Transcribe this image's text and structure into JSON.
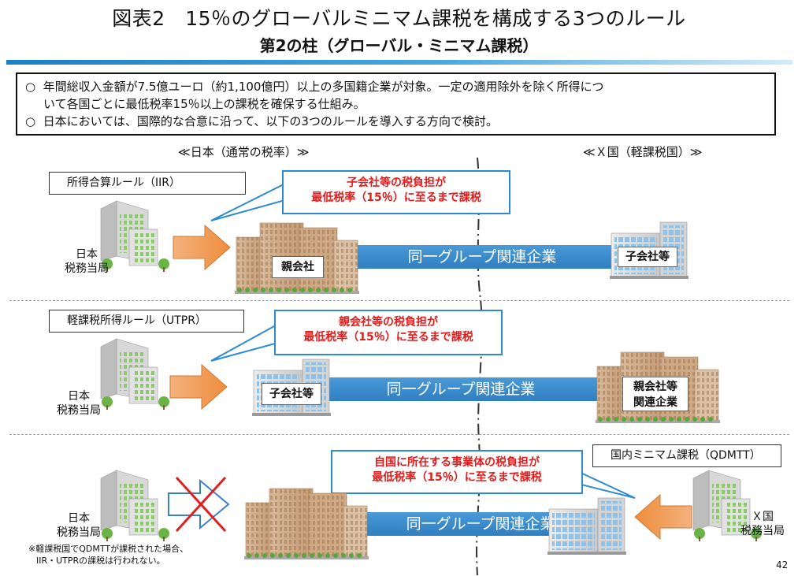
{
  "header": {
    "title": "図表2　15％のグローバルミニマム課税を構成する3つのルール",
    "subtitle": "第2の柱（グローバル・ミニマム課税）"
  },
  "summary": {
    "bullet": "○",
    "line1": "年間総収入金額が7.5億ユーロ（約1,100億円）以上の多国籍企業が対象。一定の適用除外を除く所得につ",
    "line1_cont": "いて各国ごとに最低税率15％以上の課税を確保する仕組み。",
    "line2": "日本においては、国際的な合意に沿って、以下の3つのルールを導入する方向で検討。"
  },
  "regions": {
    "japan": "≪日本（通常の税率）≫",
    "x_country": "≪Ｘ国（軽課税国）≫"
  },
  "rules": [
    {
      "name": "所得合算ルール（IIR）",
      "callout_line1": "子会社等の税負担が",
      "callout_line2": "最低税率（15％）に至るまで課税",
      "authority_line1": "日本",
      "authority_line2": "税務当局",
      "left_entity": "親会社",
      "band": "同一グループ関連企業",
      "right_entity": "子会社等"
    },
    {
      "name": "軽課税所得ルール（UTPR）",
      "callout_line1": "親会社等の税負担が",
      "callout_line2": "最低税率（15％）に至るまで課税",
      "authority_line1": "日本",
      "authority_line2": "税務当局",
      "left_entity": "子会社等",
      "band": "同一グループ関連企業",
      "right_entity_line1": "親会社等",
      "right_entity_line2": "関連企業"
    },
    {
      "name": "国内ミニマム課税（QDMTT）",
      "callout_line1": "自国に所在する事業体の税負担が",
      "callout_line2": "最低税率（15％）に至るまで課税",
      "authority_line1": "日本",
      "authority_line2": "税務当局",
      "x_authority_line1": "Ｘ国",
      "x_authority_line2": "税務当局",
      "band": "同一グループ関連企業",
      "note_line1": "※軽課税国でQDMTTが課税された場合、",
      "note_line2": "IIR・UTPRの課税は行われない。"
    }
  ],
  "page_number": "42",
  "colors": {
    "band_blue": "#3a8bcc",
    "callout_red": "#e31b1b",
    "arrow_orange": "#f5a15c",
    "cross_red": "#e02020"
  }
}
